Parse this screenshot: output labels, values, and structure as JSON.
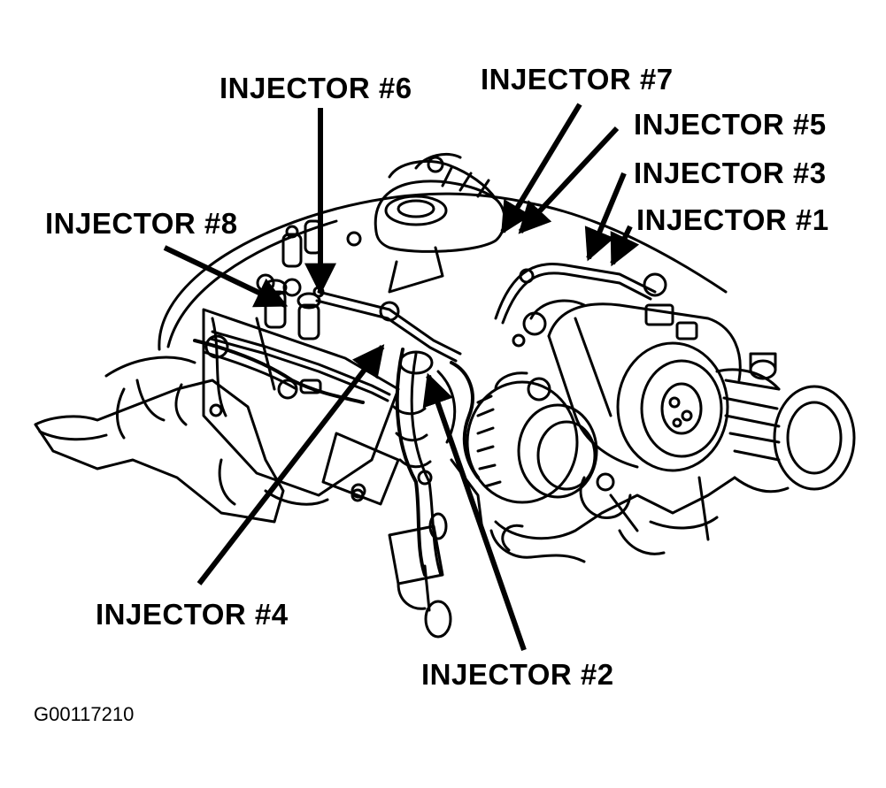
{
  "labels": {
    "injector_6": "INJECTOR #6",
    "injector_7": "INJECTOR #7",
    "injector_5": "INJECTOR #5",
    "injector_3": "INJECTOR #3",
    "injector_1": "INJECTOR #1",
    "injector_8": "INJECTOR #8",
    "injector_4": "INJECTOR #4",
    "injector_2": "INJECTOR #2"
  },
  "figure_id": "G00117210"
}
